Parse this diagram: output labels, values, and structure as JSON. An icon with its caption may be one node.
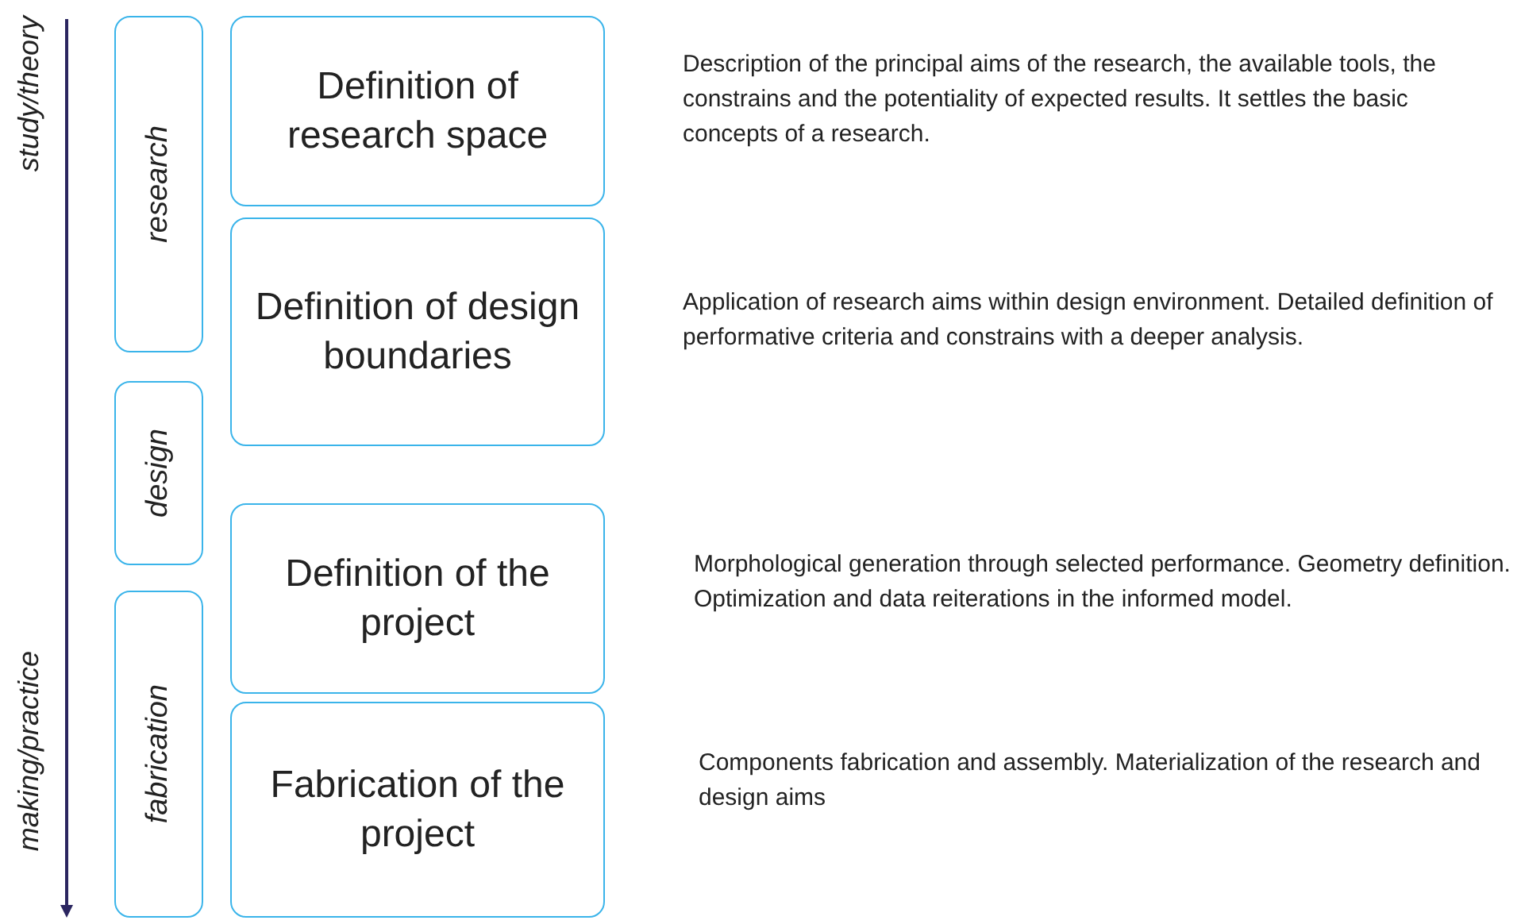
{
  "diagram": {
    "nodes": [
      {
        "text": [
          "research"
        ]
      },
      {
        "text": [
          "design"
        ]
      },
      {
        "text": [
          "fabrication"
        ]
      },
      {
        "text": [
          "Definition of research space"
        ],
        "beside": [
          "Description of the principal aims of the research, the available tools, the constrains and the potentiality of expected results. It settles the basic concepts of a research."
        ]
      },
      {
        "text": [
          "Definition of design boundaries"
        ],
        "beside": [
          "Application of research aims within design environment. Detailed definition of performative criteria and constrains with a deeper analysis."
        ]
      },
      {
        "text": [
          "Definition of the project"
        ],
        "beside": [
          "Morphological generation through selected performance. Geometry definition. Optimization and data reiterations in the informed model."
        ]
      },
      {
        "text": [
          "Fabrication of the project"
        ],
        "beside": [
          "Components fabrication and assembly. Materialization of the research and design aims"
        ]
      }
    ],
    "labels": [
      "study/theory",
      "making/practice"
    ]
  }
}
